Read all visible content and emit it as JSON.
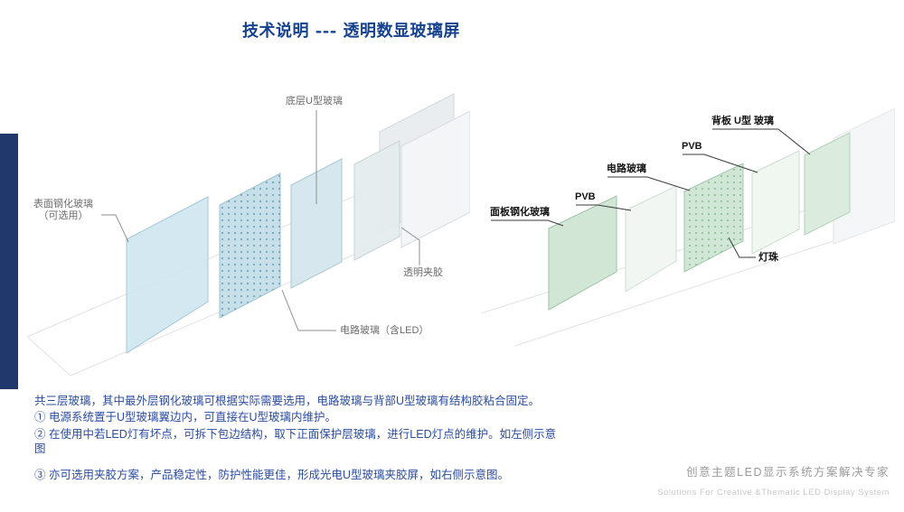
{
  "title": "技术说明 --- 透明数显玻璃屏",
  "left_diagram": {
    "labels": {
      "bottom_u_glass": "底层U型玻璃",
      "surface_tempered_glass": "表面钢化玻璃\n（可选用）",
      "transparent_interlayer": "透明夹胶",
      "circuit_glass_led": "电路玻璃（含LED）"
    }
  },
  "right_diagram": {
    "labels": {
      "panel_tempered_glass": "面板钢化玻璃",
      "pvb_front": "PVB",
      "circuit_glass": "电路玻璃",
      "pvb_back": "PVB",
      "back_u_glass": "背板 U型 玻璃",
      "led_bead": "灯珠"
    }
  },
  "notes": {
    "lines": [
      "共三层玻璃，其中最外层钢化玻璃可根据实际需要选用，电路玻璃与背部U型玻璃有结构胶粘合固定。",
      "①  电源系统置于U型玻璃翼边内，可直接在U型玻璃内维护。",
      "②  在使用中若LED灯有坏点，可拆下包边结构，取下正面保护层玻璃，进行LED灯点的维护。如左侧示意\n图",
      "③  亦可选用夹胶方案，产品稳定性，防护性能更佳，形成光电U型玻璃夹胶屏，如右侧示意图。"
    ]
  },
  "footer": {
    "tagline_cn": "创意主题LED显示系统方案解决专家",
    "tagline_en": "Solutions For Creative &Thematic LED Display System"
  },
  "colors": {
    "title_blue": "#15418f",
    "notes_blue": "#2a4ba0",
    "accent_bar_navy": "#20386b",
    "glass_blue": "#cfe6ef",
    "glass_green": "#cde4d1"
  }
}
